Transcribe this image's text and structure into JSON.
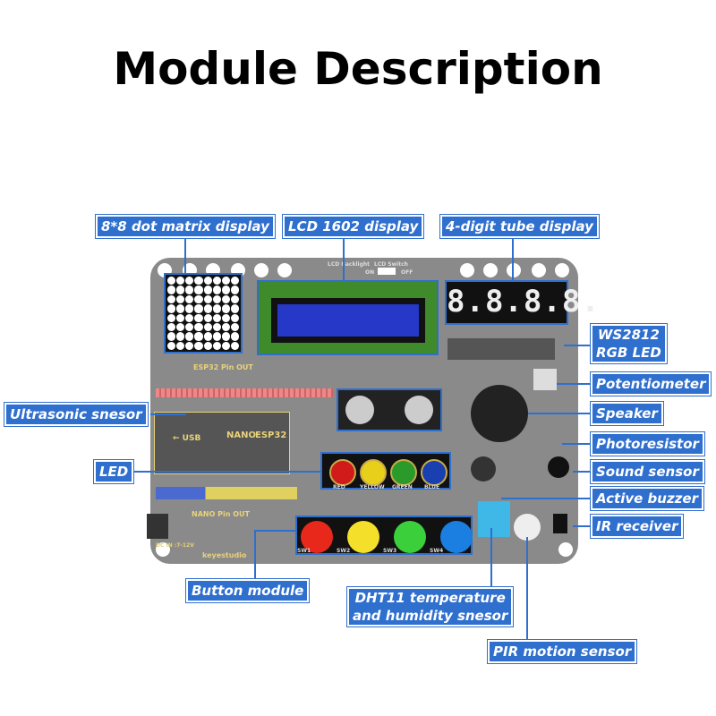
{
  "title": "Module Description",
  "labels": {
    "dot_matrix": "8*8 dot matrix display",
    "lcd": "LCD 1602 display",
    "tube": "4-digit tube display",
    "ws2812_line1": "WS2812",
    "ws2812_line2": "RGB LED",
    "potentiometer": "Potentiometer",
    "speaker": "Speaker",
    "photoresistor": "Photoresistor",
    "sound": "Sound sensor",
    "buzzer": "Active buzzer",
    "ir": "IR receiver",
    "pir": "PIR motion sensor",
    "dht_line1": "DHT11 temperature",
    "dht_line2": "and humidity snesor",
    "button": "Button module",
    "led": "LED",
    "ultrasonic": "Ultrasonic snesor"
  },
  "board": {
    "tube_digits": "8.8.8.8.",
    "esp32_pinout": "ESP32 Pin OUT",
    "nano_pinout": "NANO Pin OUT",
    "nano": "NANO",
    "esp32": "ESP32",
    "usb": "← USB",
    "dc_in": "DC IN :7-12V",
    "brand": "keyestudio",
    "lcd_backlight": "LCD Backlight",
    "lcd_switch": "LCD Switch",
    "switch_on": "ON",
    "switch_off": "OFF",
    "led_names": [
      "RED",
      "YELLOW",
      "GREEN",
      "BLUE"
    ],
    "led_colors": [
      "#d11a1a",
      "#e8d01a",
      "#2a9a2a",
      "#1a3fb0"
    ],
    "button_names": [
      "SW1",
      "SW2",
      "SW3",
      "SW4"
    ],
    "button_colors": [
      "#e8281a",
      "#f4e02a",
      "#3ccf3c",
      "#1a7fe0"
    ]
  },
  "accent_color": "#2f6fce"
}
